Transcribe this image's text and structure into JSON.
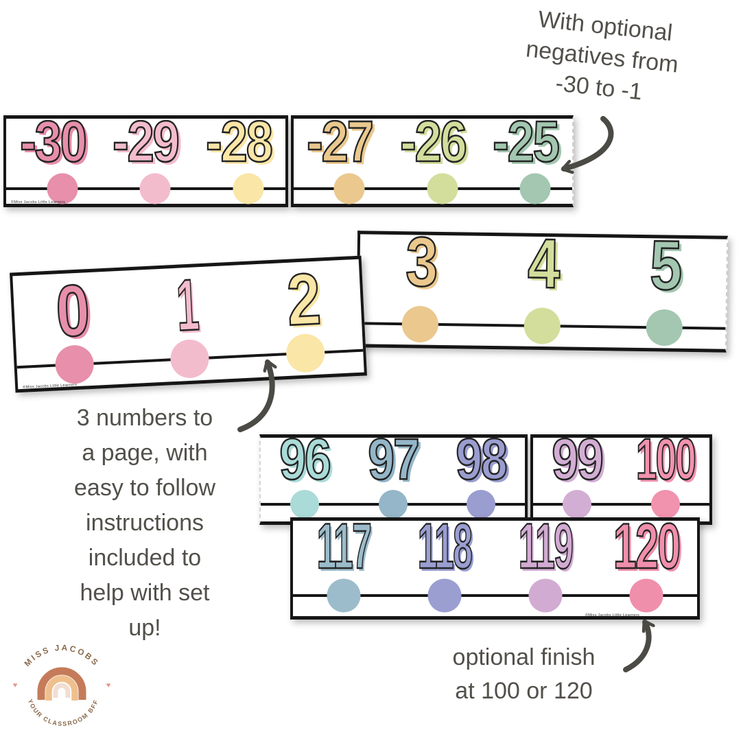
{
  "canvas": {
    "background": "#ffffff",
    "ink": "#4b4a45"
  },
  "notes": [
    {
      "id": "optional-negatives",
      "lines": [
        "With optional",
        "negatives from",
        "-30 to -1"
      ]
    },
    {
      "id": "three-per-page",
      "lines": [
        "3 numbers to",
        "a page, with",
        "easy to follow",
        "instructions",
        "included to",
        "help with set",
        "up!"
      ]
    },
    {
      "id": "optional-finish",
      "lines": [
        "optional finish",
        "at 100 or 120"
      ]
    }
  ],
  "strips": [
    {
      "id": "negatives-strip",
      "credit": "©Miss Jacobs Little Learners",
      "credit_pos": "bl",
      "pages": [
        {
          "numbers": [
            {
              "label": "-30",
              "color": "#e78fab"
            },
            {
              "label": "-29",
              "color": "#f3bccd"
            },
            {
              "label": "-28",
              "color": "#fae6a7"
            }
          ]
        },
        {
          "numbers": [
            {
              "label": "-27",
              "color": "#eac88e"
            },
            {
              "label": "-26",
              "color": "#d3de9c"
            },
            {
              "label": "-25",
              "color": "#a3c7b0"
            }
          ],
          "cut_right": true
        }
      ]
    },
    {
      "id": "zero-to-two-strip",
      "credit": "©Miss Jacobs Little Learners",
      "credit_pos": "bl",
      "pages": [
        {
          "numbers": [
            {
              "label": "0",
              "color": "#e78fab"
            },
            {
              "label": "1",
              "color": "#f3bccd"
            },
            {
              "label": "2",
              "color": "#fae6a7"
            }
          ]
        }
      ]
    },
    {
      "id": "three-to-five-strip",
      "pages": [
        {
          "numbers": [
            {
              "label": "3",
              "color": "#eac88e"
            },
            {
              "label": "4",
              "color": "#d3de9c"
            },
            {
              "label": "5",
              "color": "#a3c7b0"
            }
          ],
          "cut_right": true
        }
      ]
    },
    {
      "id": "ninety-six-to-hundred-strip",
      "pages": [
        {
          "numbers": [
            {
              "label": "96",
              "color": "#aadbd8"
            },
            {
              "label": "97",
              "color": "#94b6c8"
            },
            {
              "label": "98",
              "color": "#9a9dcf"
            }
          ],
          "cut_left": true
        },
        {
          "numbers": [
            {
              "label": "99",
              "color": "#d3aed4"
            },
            {
              "label": "100",
              "color": "#f192ae"
            }
          ]
        }
      ]
    },
    {
      "id": "one-seventeen-to-one-twenty-strip",
      "credit": "©Miss Jacobs Little Learners",
      "credit_pos": "br",
      "pages": [
        {
          "numbers": [
            {
              "label": "117",
              "color": "#9cbccb"
            },
            {
              "label": "118",
              "color": "#9a9ed1"
            },
            {
              "label": "119",
              "color": "#d2abd2"
            },
            {
              "label": "120",
              "color": "#f08fab"
            }
          ]
        }
      ]
    }
  ],
  "logo": {
    "top_text": "MISS JACOBS",
    "bottom_text": "YOUR CLASSROOM BFF",
    "heart": "♥",
    "text_color": "#8a6a4c",
    "heart_color": "#e59a8d",
    "rainbow": {
      "outer": "#c57b59",
      "middle": "#efc08e",
      "inner": "#f1ded2"
    }
  }
}
